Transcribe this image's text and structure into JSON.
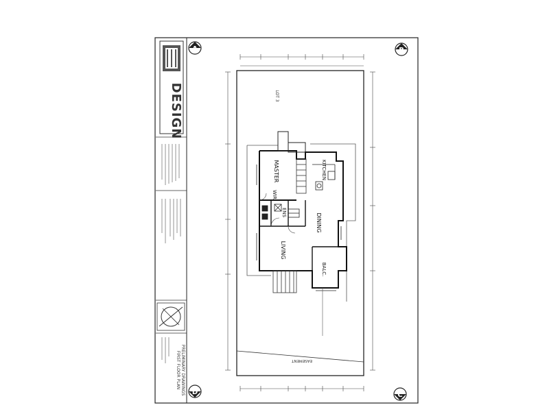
{
  "sheet": {
    "firm_name": "DESIGN",
    "drawing_title": "FIRST FLOOR PLAN",
    "drawing_subtitle": "PRELIMINARY DRAWINGS"
  },
  "corners": {
    "a": "A",
    "b": "B",
    "c": "C",
    "d": "D"
  },
  "rooms": {
    "master": "MASTER",
    "wir": "WIR",
    "ens": "ENS",
    "kitchen": "KITCHEN",
    "dining": "DINING",
    "living": "LIVING",
    "balc": "BALC."
  },
  "site": {
    "lot": "LOT 3",
    "easement": "EASEMENT"
  }
}
